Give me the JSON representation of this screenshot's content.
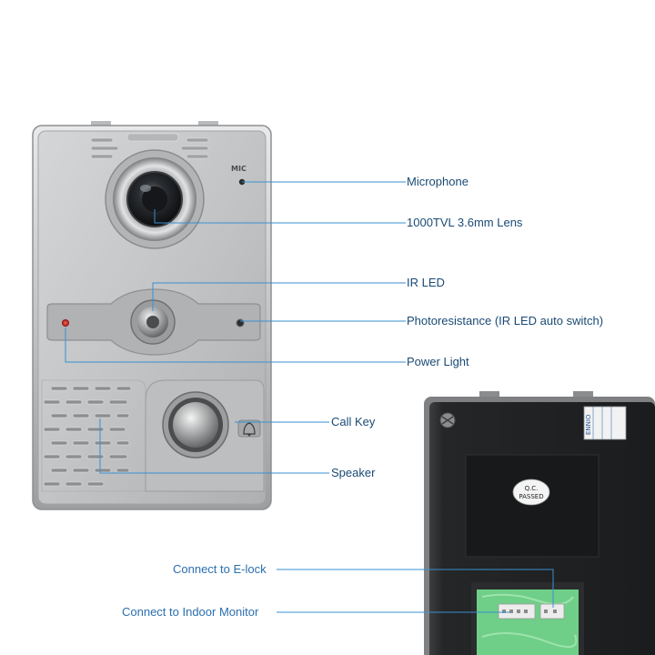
{
  "front_panel": {
    "mic_text": "MIC",
    "callouts": [
      {
        "id": "microphone",
        "text": "Microphone"
      },
      {
        "id": "lens",
        "text": "1000TVL 3.6mm Lens"
      },
      {
        "id": "ir-led",
        "text": "IR LED"
      },
      {
        "id": "photoresistance",
        "text": "Photoresistance (IR LED auto switch)"
      },
      {
        "id": "power-light",
        "text": "Power Light"
      },
      {
        "id": "call-key",
        "text": "Call Key"
      },
      {
        "id": "speaker",
        "text": "Speaker"
      }
    ]
  },
  "back_panel": {
    "qc_line1": "Q.C.",
    "qc_line2": "PASSED",
    "sticker_text": "ENNIO",
    "callouts": [
      {
        "id": "e-lock",
        "text": "Connect to E-lock"
      },
      {
        "id": "indoor-monitor",
        "text": "Connect to Indoor Monitor"
      }
    ]
  },
  "colors": {
    "callout_line": "#3a8fd0",
    "label_dark": "#1a4a74",
    "label_blue": "#2a6fae",
    "panel_silver": "#c4c6c8",
    "back_dark": "#1f2123"
  }
}
